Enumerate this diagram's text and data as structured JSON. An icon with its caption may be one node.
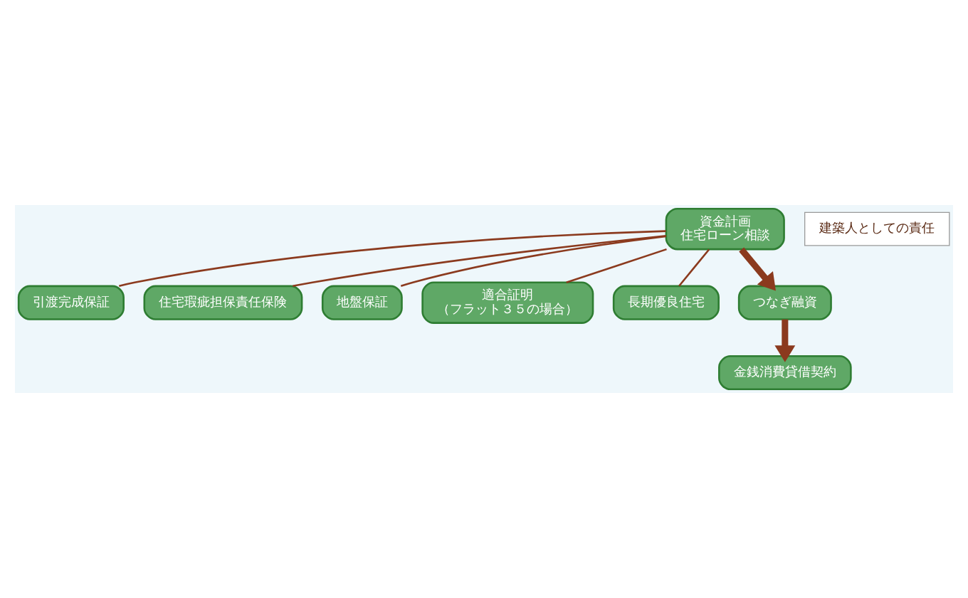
{
  "diagram": {
    "nodes": [
      {
        "text": [
          "資金計画",
          "住宅ローン相談"
        ]
      },
      {
        "text": [
          "引渡完成保証"
        ]
      },
      {
        "text": [
          "住宅瑕疵担保責任保険"
        ]
      },
      {
        "text": [
          "地盤保証"
        ]
      },
      {
        "text": [
          "適合証明",
          "（フラット３５の場合）"
        ]
      },
      {
        "text": [
          "長期優良住宅"
        ]
      },
      {
        "text": [
          "つなぎ融資"
        ]
      },
      {
        "text": [
          "金銭消費貸借契約"
        ]
      }
    ],
    "edges": [
      {
        "from": 0,
        "to": 6,
        "arrow": "to",
        "style": "thick"
      },
      {
        "from": 6,
        "to": 7,
        "arrow": "to",
        "style": "thick"
      },
      {
        "from": 0,
        "to": 1,
        "arrow": "none"
      },
      {
        "from": 0,
        "to": 2,
        "arrow": "none"
      },
      {
        "from": 0,
        "to": 3,
        "arrow": "none"
      },
      {
        "from": 0,
        "to": 4,
        "arrow": "none"
      },
      {
        "from": 0,
        "to": 5,
        "arrow": "none"
      }
    ],
    "labels": [
      "建築人としての責任"
    ]
  }
}
